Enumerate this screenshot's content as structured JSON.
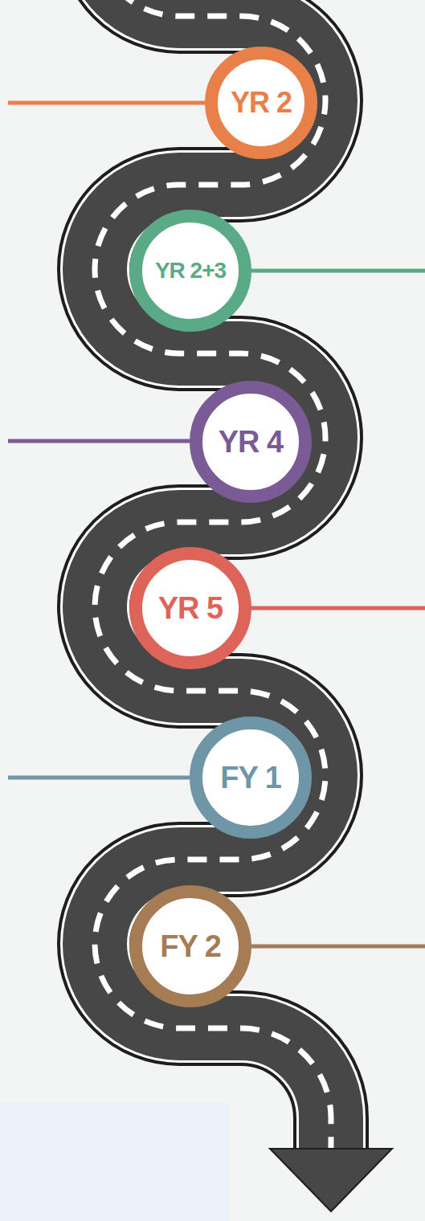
{
  "diagram": {
    "nodes": [
      {
        "text": [
          "YR 2"
        ]
      },
      {
        "text": [
          "YR 2+3"
        ]
      },
      {
        "text": [
          "YR 4"
        ]
      },
      {
        "text": [
          "YR 5"
        ]
      },
      {
        "text": [
          "FY 1"
        ]
      },
      {
        "text": [
          "FY 2"
        ]
      }
    ]
  }
}
